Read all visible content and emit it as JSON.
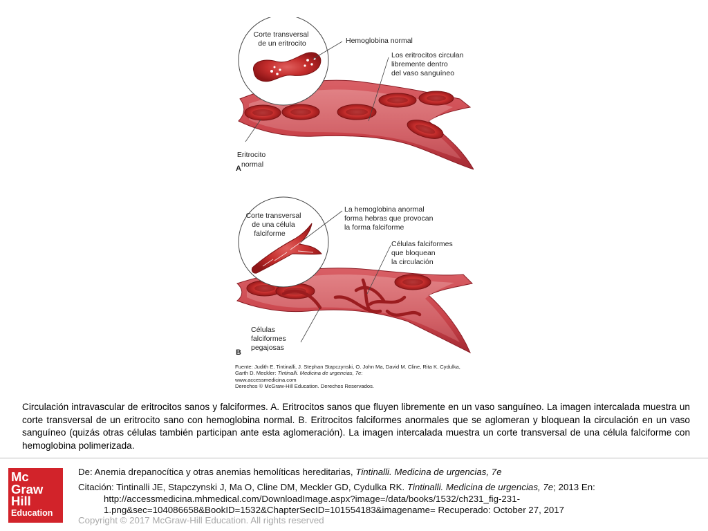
{
  "figure": {
    "panel_a": {
      "letter": "A",
      "inset_title": [
        "Corte transversal",
        "de un eritrocito"
      ],
      "label_hemoglobin": "Hemoglobina normal",
      "label_flow": [
        "Los eritrocitos circulan",
        "libremente dentro",
        "del vaso sanguíneo"
      ],
      "label_cell": [
        "Eritrocito",
        "normal"
      ]
    },
    "panel_b": {
      "letter": "B",
      "inset_title": [
        "Corte transversal",
        "de una célula",
        "falciforme"
      ],
      "label_abnormal": [
        "La hemoglobina anormal",
        "forma hebras que provocan",
        "la forma falciforme"
      ],
      "label_block": [
        "Células falciformes",
        "que bloquean",
        "la circulación"
      ],
      "label_sticky": [
        "Células",
        "falciformes",
        "pegajosas"
      ]
    },
    "source_prefix": "Fuente: Judith E. Tintinalli, J. Stephan Stapczynski, O. John Ma, David M. Cline, Rita K. Cydulka, Garth D. Meckler: ",
    "source_title": "Tintinalli. Medicina de urgencias, 7e",
    "source_suffix": ":",
    "source_url": "www.accessmedicina.com",
    "source_rights": "Derechos © McGraw-Hill Education. Derechos Reservados."
  },
  "caption": "Circulación intravascular de eritrocitos sanos y falciformes. A. Eritrocitos sanos que fluyen libremente en un vaso sanguíneo. La imagen intercalada muestra un corte transversal de un eritrocito sano con hemoglobina normal. B. Eritrocitos falciformes anormales que se aglomeran y bloquean la circulación en un vaso sanguíneo (quizás otras células también participan ante esta aglomeración). La imagen intercalada muestra un corte transversal de una célula falciforme con hemoglobina polimerizada.",
  "logo": {
    "lines": [
      "Mc",
      "Graw",
      "Hill"
    ],
    "education": "Education",
    "color": "#d2232a"
  },
  "reference": {
    "from_prefix": "De: Anemia drepanocítica y otras anemias hemolíticas hereditarias, ",
    "from_book": "Tintinalli. Medicina de urgencias, 7e",
    "cite_prefix": "Citación: Tintinalli JE, Stapczynski J, Ma O, Cline DM, Meckler GD, Cydulka RK. ",
    "cite_book": "Tintinalli. Medicina de urgencias, 7e",
    "cite_suffix": "; 2013 En:",
    "cite_url_1": "http://accessmedicina.mhmedical.com/DownloadImage.aspx?image=/data/books/1532/ch231_fig-231-",
    "cite_url_2": "1.png&sec=104086658&BookID=1532&ChapterSecID=101554183&imagename= Recuperado: October 27, 2017"
  },
  "copyright": "Copyright © 2017 McGraw-Hill Education. All rights reserved"
}
